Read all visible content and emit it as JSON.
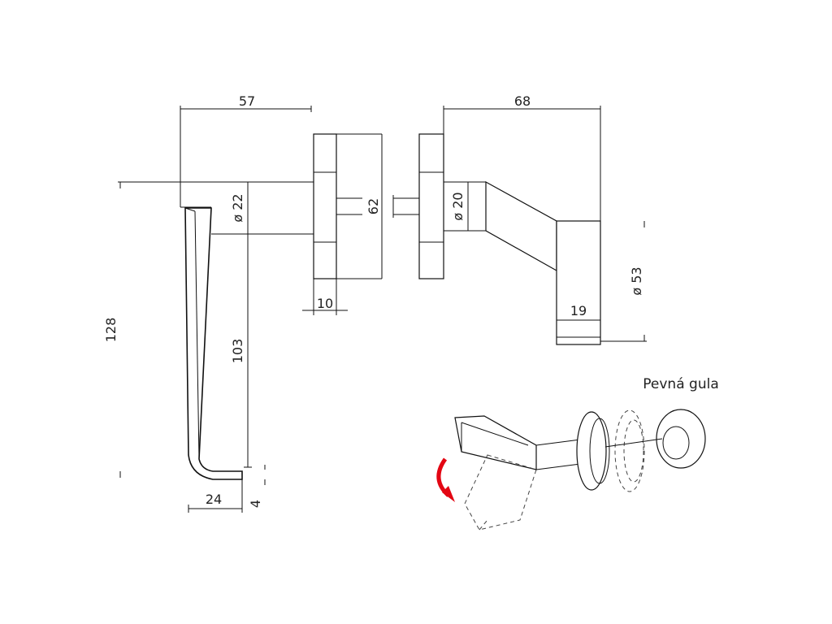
{
  "dimensions": {
    "width_57": "57",
    "width_68": "68",
    "dia_22": "ø 22",
    "height_62": "62",
    "dia_20": "ø 20",
    "dia_53": "ø 53",
    "width_10": "10",
    "width_19": "19",
    "height_128": "128",
    "height_103": "103",
    "width_24": "24",
    "height_4": "4"
  },
  "labels": {
    "fixed_ball": "Pevná gula"
  },
  "colors": {
    "line": "#111111",
    "arrow": "#e30613"
  },
  "icons": {
    "rotation": "curved-arrow-icon"
  }
}
